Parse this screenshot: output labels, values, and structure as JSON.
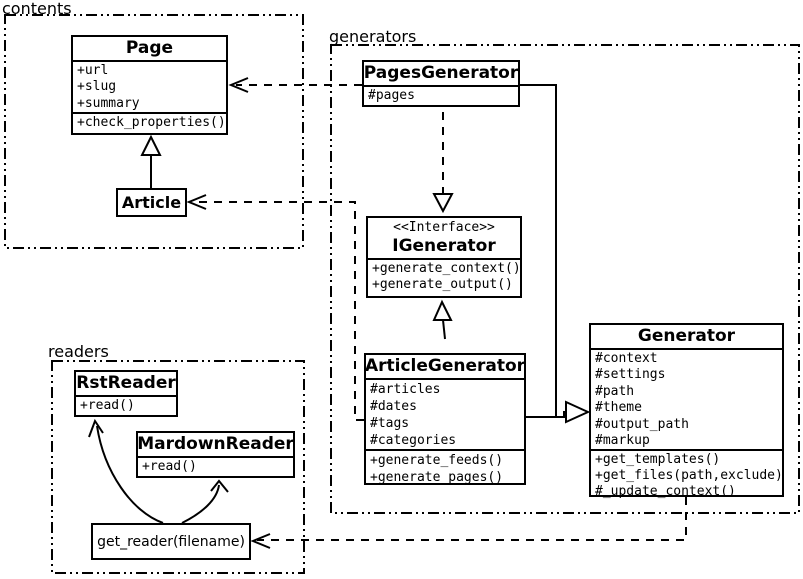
{
  "diagram": {
    "background_color": "#ffffff",
    "line_color": "#000000",
    "packages": {
      "contents": {
        "label": "contents"
      },
      "generators": {
        "label": "generators"
      },
      "readers": {
        "label": "readers"
      }
    },
    "classes": {
      "page": {
        "name": "Page",
        "attributes": [
          "+url",
          "+slug",
          "+summary"
        ],
        "methods": [
          "+check_properties()"
        ]
      },
      "article": {
        "name": "Article"
      },
      "pages_generator": {
        "name": "PagesGenerator",
        "attributes": [
          "#pages"
        ]
      },
      "igenerator": {
        "stereotype": "<<Interface>>",
        "name": "IGenerator",
        "methods": [
          "+generate_context()",
          "+generate_output()"
        ]
      },
      "article_generator": {
        "name": "ArticleGenerator",
        "attributes": [
          "#articles",
          "#dates",
          "#tags",
          "#categories"
        ],
        "methods": [
          "+generate_feeds()",
          "+generate_pages()"
        ]
      },
      "generator": {
        "name": "Generator",
        "attributes": [
          "#context",
          "#settings",
          "#path",
          "#theme",
          "#output_path",
          "#markup"
        ],
        "methods": [
          "+get_templates()",
          "+get_files(path,exclude)",
          "#_update_context()"
        ]
      },
      "rst_reader": {
        "name": "RstReader",
        "methods": [
          "+read()"
        ]
      },
      "mardown_reader": {
        "name": "MardownReader",
        "methods": [
          "+read()"
        ]
      },
      "get_reader": {
        "name": "get_reader(filename)"
      }
    }
  }
}
